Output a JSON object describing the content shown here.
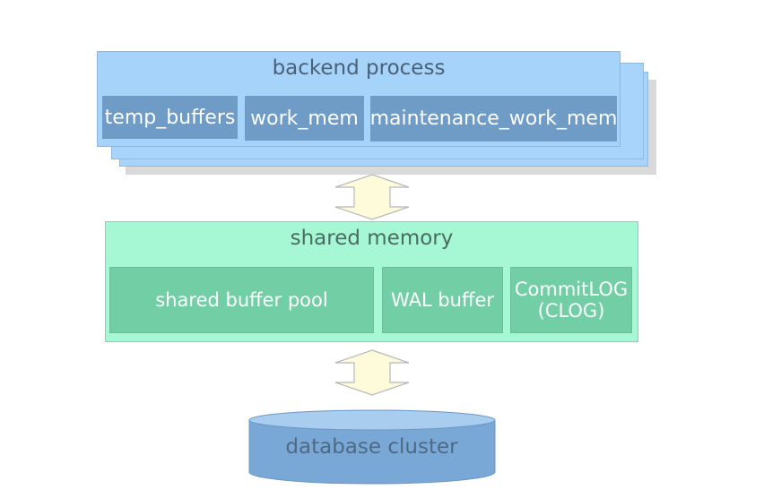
{
  "backend": {
    "title": "backend process",
    "cells": [
      "temp_buffers",
      "work_mem",
      "maintenance_work_mem"
    ]
  },
  "shared_memory": {
    "title": "shared memory",
    "cells": [
      "shared buffer pool",
      "WAL buffer",
      "CommitLOG\n(CLOG)"
    ]
  },
  "storage": {
    "label": "database cluster"
  },
  "colors": {
    "backend_fill": "#a6d3fa",
    "backend_cell": "#6e9cc6",
    "shared_fill": "#a6f7d3",
    "shared_cell": "#72cfa5",
    "arrow_fill": "#fdfbd9",
    "cylinder_fill": "#7aa8d6"
  }
}
